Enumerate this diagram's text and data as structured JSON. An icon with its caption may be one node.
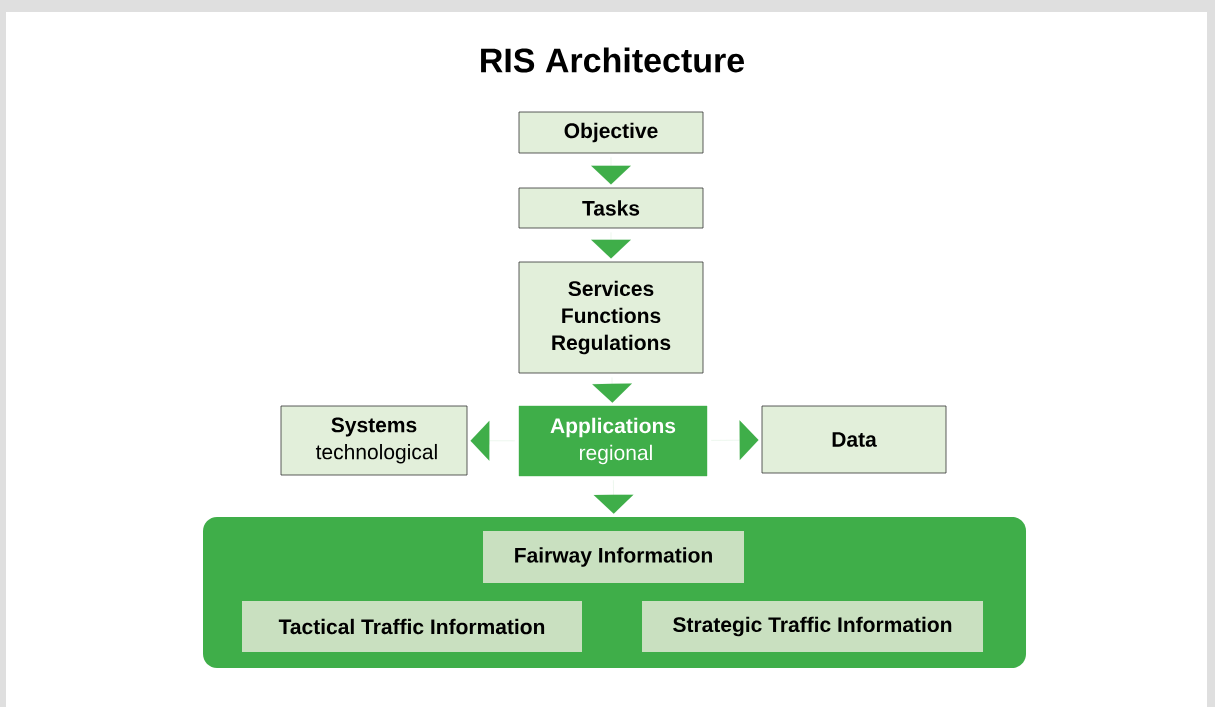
{
  "diagram": {
    "title": "RIS Architecture",
    "nodes": [
      {
        "text": [
          "Objective"
        ]
      },
      {
        "text": [
          "Tasks"
        ]
      },
      {
        "text": [
          "Services",
          "Functions",
          "Regulations"
        ]
      },
      {
        "text": [
          "Systems",
          "technological"
        ]
      },
      {
        "text": [
          "Applications",
          "regional"
        ]
      },
      {
        "text": [
          "Data"
        ]
      },
      {
        "text": [],
        "shape": "box"
      },
      {
        "text": [
          "Fairway Information"
        ],
        "in": 6
      },
      {
        "text": [
          "Tactical Traffic Information"
        ],
        "in": 6
      },
      {
        "text": [
          "Strategic Traffic Information"
        ],
        "in": 6
      }
    ],
    "edges": [
      {
        "from": 0,
        "to": 1,
        "arrow": "to"
      },
      {
        "from": 1,
        "to": 2,
        "arrow": "to"
      },
      {
        "from": 2,
        "to": 4,
        "arrow": "to"
      },
      {
        "from": 4,
        "to": 3,
        "arrow": "to"
      },
      {
        "from": 4,
        "to": 5,
        "arrow": "to"
      },
      {
        "from": 4,
        "to": 6,
        "arrow": "to"
      }
    ]
  }
}
